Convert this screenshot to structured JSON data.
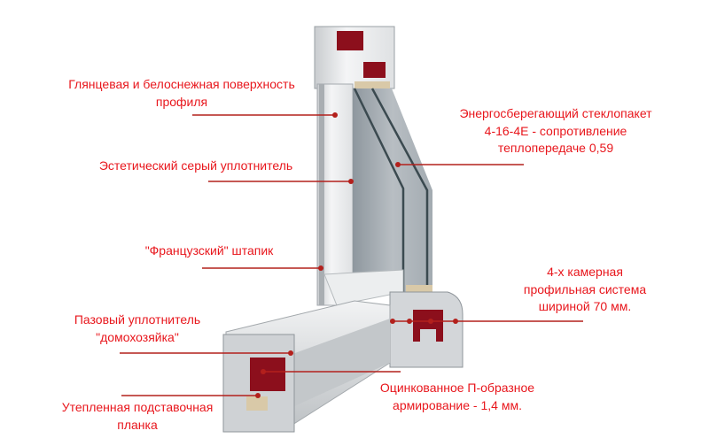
{
  "labels": {
    "surface": [
      "Глянцевая и белоснежная поверхность",
      "профиля"
    ],
    "gray_seal": [
      "Эстетический серый уплотнитель"
    ],
    "bead": [
      "\"Французский\" штапик"
    ],
    "glazing": [
      "Энергосберегающий стеклопакет",
      "4-16-4E - сопротивление",
      "теплопередаче 0,59"
    ],
    "chambers": [
      "4-х камерная",
      "профильная система",
      "шириной 70 мм."
    ],
    "groove_seal": [
      "Пазовый уплотнитель",
      "\"домохозяйка\""
    ],
    "reinforcement": [
      "Оцинкованное П-образное",
      "армирование - 1,4 мм."
    ],
    "base_strip": [
      "Утепленная подставочная",
      "планка"
    ]
  },
  "colors": {
    "label": "#e8161c",
    "leader": "#b3201c",
    "reinforcement": "#8c0f1c"
  }
}
